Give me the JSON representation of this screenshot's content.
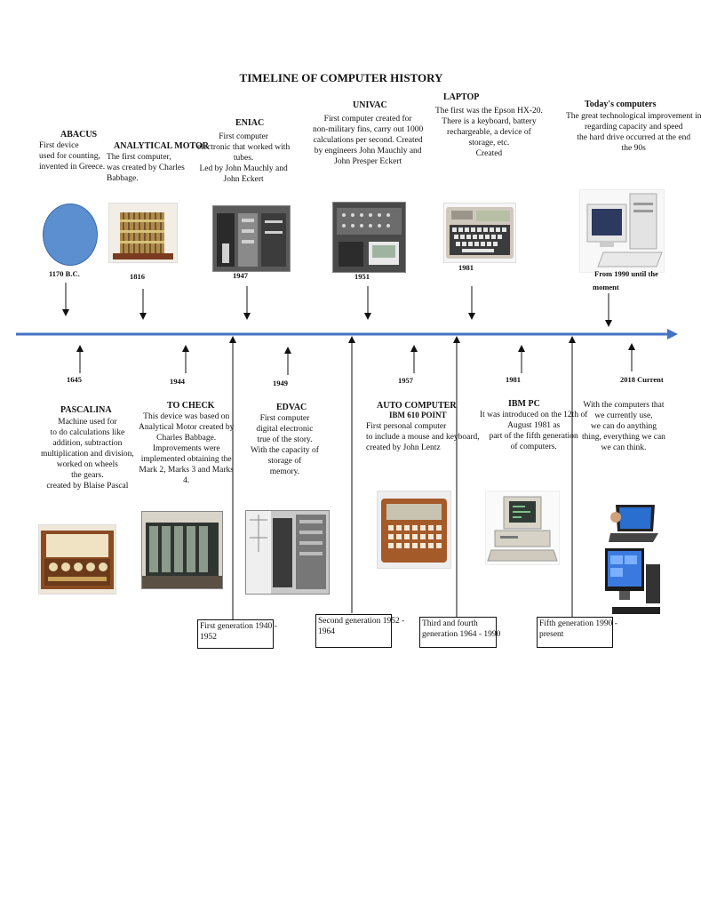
{
  "title": "TIMELINE OF COMPUTER HISTORY",
  "colors": {
    "timeline": "#4472c4",
    "abacus": "#5b8fd0",
    "text": "#111111"
  },
  "top_events": [
    {
      "name": "ABACUS",
      "desc": "First device\nused for counting,\ninvented in Greece.",
      "year": "1170 B.C."
    },
    {
      "name": "ANALYTICAL MOTOR",
      "desc": "The first computer,\nwas created by Charles\nBabbage.",
      "year": "1816"
    },
    {
      "name": "ENIAC",
      "desc": "First computer\nelectronic that worked with\ntubes.\nLed by John Mauchly and\nJohn Eckert",
      "year": "1947"
    },
    {
      "name": "UNIVAC",
      "desc": "First computer created for\nnon-military fins, carry out 1000\ncalculations per second. Created\nby engineers John Mauchly and\nJohn Presper Eckert",
      "year": "1951"
    },
    {
      "name": "LAPTOP",
      "desc": "The first was the Epson HX-20.\nThere is a keyboard, battery\nrechargeable, a device of\nstorage, etc.\nCreated",
      "year": "1981"
    },
    {
      "name": "Today's computers",
      "desc": "The great technological improvement in\nregarding capacity and speed\nthe hard drive occurred at the end\nthe 90s",
      "year": "From 1990 until the",
      "year2": "moment"
    }
  ],
  "bottom_events": [
    {
      "name": "PASCALINA",
      "desc": "Machine used for\nto do calculations like\naddition, subtraction\nmultiplication and division,\nworked on wheels\nthe gears.\ncreated by Blaise Pascal",
      "year": "1645"
    },
    {
      "name": "TO CHECK",
      "desc": "This device was based on\nAnalytical Motor created by\nCharles Babbage.\nImprovements were\nimplemented obtaining the\nMark 2, Marks 3 and Marks\n4.",
      "year": "1944"
    },
    {
      "name": "EDVAC",
      "desc": "First computer\ndigital electronic\ntrue of the story.\nWith the capacity of\nstorage of\nmemory.",
      "year": "1949"
    },
    {
      "name": "AUTO COMPUTER",
      "name2": "IBM 610 POINT",
      "desc": "First personal computer\nto include a mouse and keyboard,\ncreated by John Lentz",
      "year": "1957"
    },
    {
      "name": "IBM PC",
      "desc": "It was introduced on the 12th of\nAugust 1981 as\npart of the fifth generation\nof computers.",
      "year": "1981"
    },
    {
      "name": "",
      "desc": "With the computers that\nwe currently use,\nwe can do anything\nthing, everything we can\nwe can think.",
      "year": "2018 Current"
    }
  ],
  "generations": [
    "First generation 1940 -\n1952",
    "Second generation 1952 -\n1964",
    "Third and fourth\ngeneration 1964 - 1990",
    "Fifth generation 1990 -\npresent"
  ]
}
